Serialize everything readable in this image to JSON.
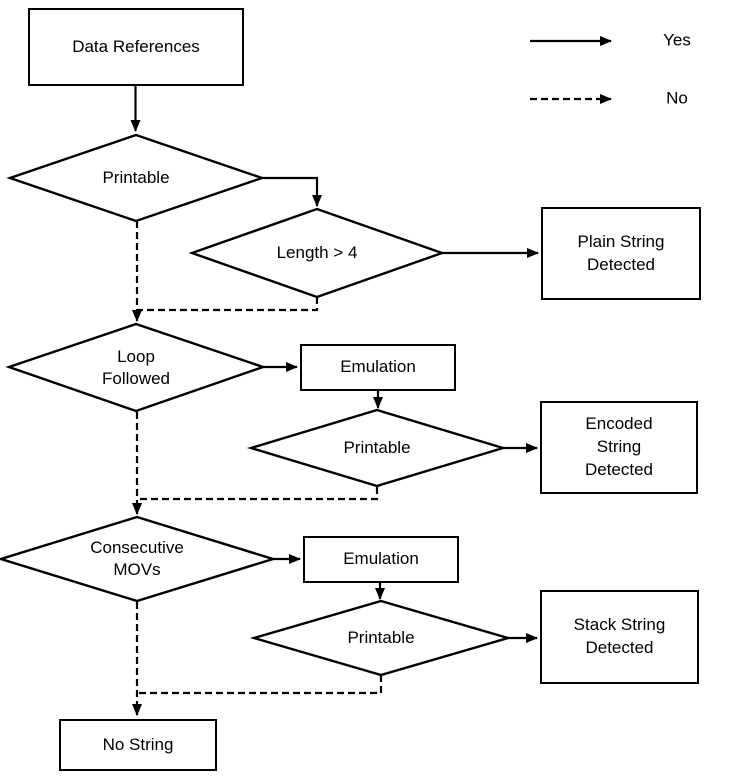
{
  "colors": {
    "stroke": "#000000",
    "background": "#ffffff",
    "text": "#000000"
  },
  "legend": {
    "yes": {
      "label": "Yes",
      "line_style": "solid"
    },
    "no": {
      "label": "No",
      "line_style": "dashed"
    }
  },
  "nodes": {
    "data_references": {
      "label": "Data References",
      "shape": "rect"
    },
    "printable_1": {
      "label": "Printable",
      "shape": "diamond"
    },
    "length_gt_4": {
      "label": "Length > 4",
      "shape": "diamond"
    },
    "plain_string_detected": {
      "label": "Plain String\nDetected",
      "shape": "rect"
    },
    "loop_followed": {
      "label": "Loop\nFollowed",
      "shape": "diamond"
    },
    "emulation_1": {
      "label": "Emulation",
      "shape": "rect"
    },
    "printable_2": {
      "label": "Printable",
      "shape": "diamond"
    },
    "encoded_string_detected": {
      "label": "Encoded\nString\nDetected",
      "shape": "rect"
    },
    "consecutive_movs": {
      "label": "Consecutive\nMOVs",
      "shape": "diamond"
    },
    "emulation_2": {
      "label": "Emulation",
      "shape": "rect"
    },
    "printable_3": {
      "label": "Printable",
      "shape": "diamond"
    },
    "stack_string_detected": {
      "label": "Stack String\nDetected",
      "shape": "rect"
    },
    "no_string": {
      "label": "No String",
      "shape": "rect"
    }
  },
  "edges": [
    {
      "from": "data_references",
      "to": "printable_1",
      "answer": ""
    },
    {
      "from": "printable_1",
      "to": "length_gt_4",
      "answer": "Yes"
    },
    {
      "from": "length_gt_4",
      "to": "plain_string_detected",
      "answer": "Yes"
    },
    {
      "from": "printable_1",
      "to": "loop_followed",
      "answer": "No"
    },
    {
      "from": "length_gt_4",
      "to": "loop_followed",
      "answer": "No"
    },
    {
      "from": "loop_followed",
      "to": "emulation_1",
      "answer": "Yes"
    },
    {
      "from": "emulation_1",
      "to": "printable_2",
      "answer": ""
    },
    {
      "from": "printable_2",
      "to": "encoded_string_detected",
      "answer": "Yes"
    },
    {
      "from": "loop_followed",
      "to": "consecutive_movs",
      "answer": "No"
    },
    {
      "from": "printable_2",
      "to": "consecutive_movs",
      "answer": "No"
    },
    {
      "from": "consecutive_movs",
      "to": "emulation_2",
      "answer": "Yes"
    },
    {
      "from": "emulation_2",
      "to": "printable_3",
      "answer": ""
    },
    {
      "from": "printable_3",
      "to": "stack_string_detected",
      "answer": "Yes"
    },
    {
      "from": "consecutive_movs",
      "to": "no_string",
      "answer": "No"
    },
    {
      "from": "printable_3",
      "to": "no_string",
      "answer": "No"
    }
  ]
}
